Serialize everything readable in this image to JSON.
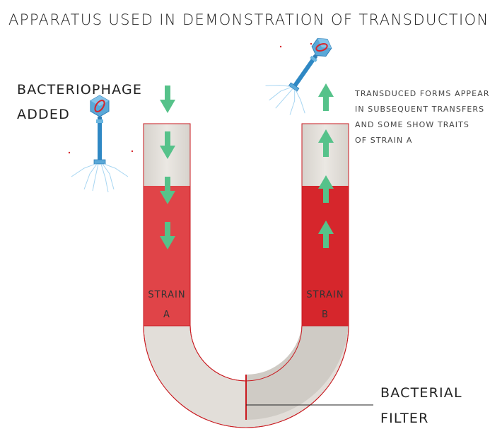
{
  "title": "APPARATUS USED IN DEMONSTRATION OF TRANSDUCTION",
  "phage_label": [
    "BACTERIOPHAGE",
    "ADDED"
  ],
  "transduced_note": [
    "TRANSDUCED FORMS APPEAR",
    "IN SUBSEQUENT TRANSFERS",
    "AND SOME SHOW TRAITS",
    "OF STRAIN A"
  ],
  "strain_a": [
    "STRAIN",
    "A"
  ],
  "strain_b": [
    "STRAIN",
    "B"
  ],
  "filter_label": [
    "BACTERIAL",
    "FILTER"
  ],
  "colors": {
    "strain_a_fill": "#e04448",
    "strain_b_fill": "#d6262c",
    "tube_gray": "#dedad5",
    "tube_outline": "#c9191f",
    "arrow": "#56c28a",
    "phage_head": "#5aa8d8",
    "phage_tail": "#2f88c4"
  },
  "icons": [
    "bacteriophage-icon",
    "arrow-down-icon",
    "arrow-up-icon"
  ]
}
